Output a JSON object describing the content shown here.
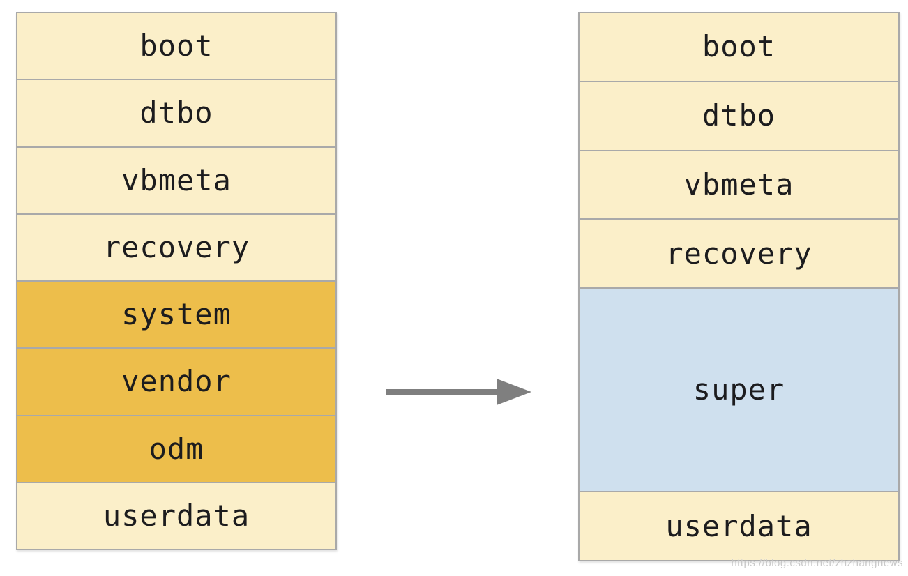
{
  "stacks": {
    "before": {
      "partitions": [
        {
          "label": "boot",
          "color": "cream",
          "span": 1
        },
        {
          "label": "dtbo",
          "color": "cream",
          "span": 1
        },
        {
          "label": "vbmeta",
          "color": "cream",
          "span": 1
        },
        {
          "label": "recovery",
          "color": "cream",
          "span": 1
        },
        {
          "label": "system",
          "color": "gold",
          "span": 1
        },
        {
          "label": "vendor",
          "color": "gold",
          "span": 1
        },
        {
          "label": "odm",
          "color": "gold",
          "span": 1
        },
        {
          "label": "userdata",
          "color": "cream",
          "span": 1
        }
      ]
    },
    "after": {
      "partitions": [
        {
          "label": "boot",
          "color": "cream",
          "span": 1
        },
        {
          "label": "dtbo",
          "color": "cream",
          "span": 1
        },
        {
          "label": "vbmeta",
          "color": "cream",
          "span": 1
        },
        {
          "label": "recovery",
          "color": "cream",
          "span": 1
        },
        {
          "label": "super",
          "color": "blue",
          "span": 3
        },
        {
          "label": "userdata",
          "color": "cream",
          "span": 1
        }
      ]
    }
  },
  "colors": {
    "cream": "#FBEFC9",
    "gold": "#EDBE4B",
    "blue": "#CFE0EE",
    "border": "#A9A9A9",
    "arrow": "#7F7F7F",
    "text": "#1C1C1E",
    "watermark": "#C4C4C4"
  },
  "watermark": {
    "text": "https://blog.csdn.net/zhzhangnews"
  }
}
